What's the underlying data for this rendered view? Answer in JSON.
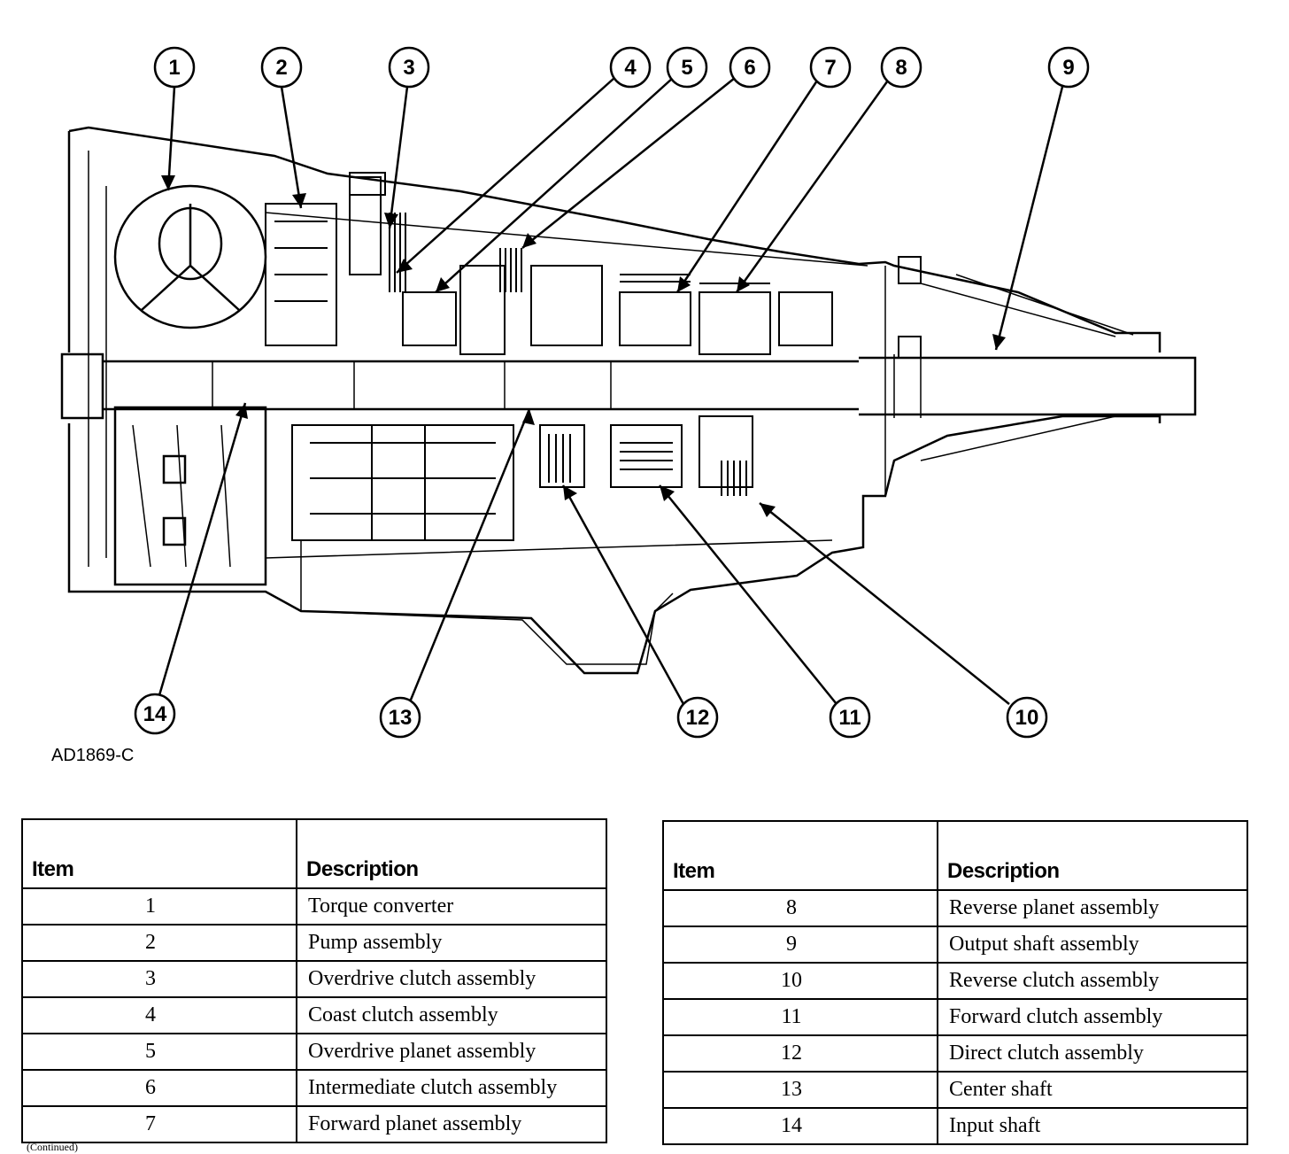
{
  "figure_id": "AD1869-C",
  "callouts": [
    "1",
    "2",
    "3",
    "4",
    "5",
    "6",
    "7",
    "8",
    "9",
    "10",
    "11",
    "12",
    "13",
    "14"
  ],
  "table_left": {
    "headers": {
      "item": "Item",
      "description": "Description"
    },
    "rows": [
      {
        "item": "1",
        "description": "Torque converter"
      },
      {
        "item": "2",
        "description": "Pump assembly"
      },
      {
        "item": "3",
        "description": "Overdrive clutch assembly"
      },
      {
        "item": "4",
        "description": "Coast clutch assembly"
      },
      {
        "item": "5",
        "description": "Overdrive planet assembly"
      },
      {
        "item": "6",
        "description": "Intermediate clutch assembly"
      },
      {
        "item": "7",
        "description": "Forward planet assembly"
      }
    ]
  },
  "table_right": {
    "headers": {
      "item": "Item",
      "description": "Description"
    },
    "rows": [
      {
        "item": "8",
        "description": "Reverse planet assembly"
      },
      {
        "item": "9",
        "description": "Output shaft assembly"
      },
      {
        "item": "10",
        "description": "Reverse clutch assembly"
      },
      {
        "item": "11",
        "description": "Forward clutch assembly"
      },
      {
        "item": "12",
        "description": "Direct clutch assembly"
      },
      {
        "item": "13",
        "description": "Center shaft"
      },
      {
        "item": "14",
        "description": "Input shaft"
      }
    ]
  },
  "footer_note": "(Continued)"
}
